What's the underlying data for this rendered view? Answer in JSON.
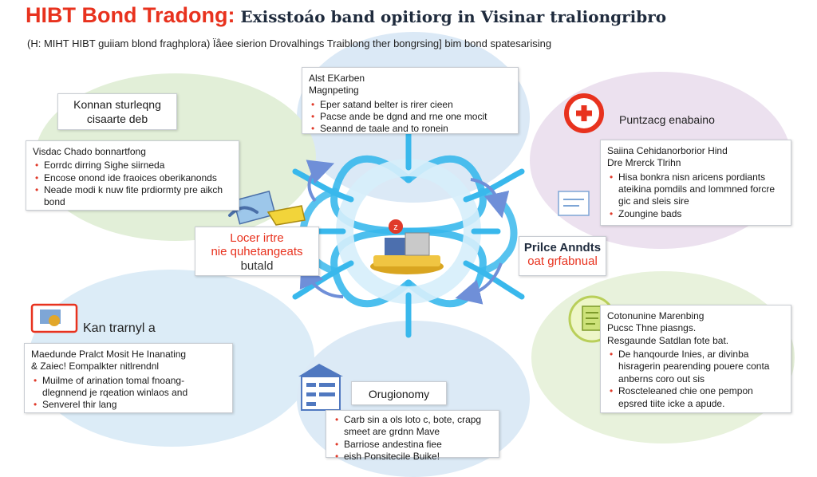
{
  "title": {
    "main": "HIBT Bond Tradong",
    "separator": ":",
    "rest": " Exisstoáo band opitiorg in Visinar traliongribro"
  },
  "subtitle": "(H: MIHT HIBT guiiam blond fraghplora) Ïåee sierion Drovalhings Traiblong ther bongrsing] bim bond spatesarising",
  "colors": {
    "accent_red": "#e8321e",
    "hub_blue": "#39b8ec",
    "arrow_blue": "#6f8fd8"
  },
  "nodes": {
    "top": {
      "heading": [
        "Alst EKarben",
        "Magnpeting"
      ],
      "bullets": [
        "Eper satand belter is rirer cieen",
        "Pacse ande be dgnd and rne one mocit",
        "Seannd de taale and to ronein"
      ]
    },
    "top_left": {
      "label": [
        "Konnan sturleqng",
        "cisaarte deb"
      ],
      "heading": [
        "Visdac Chado bonnartfong"
      ],
      "bullets": [
        "Eorrdc dirring Sighe siirneda",
        "Encose onond ide fraoices oberikanonds",
        "Neade modi k nuw fite prdiormty pre aikch bond"
      ],
      "icon": "hands-document-icon"
    },
    "top_right": {
      "label": "Puntzacg enabaino",
      "heading": [
        "Saiina Cehidanorborior Hind",
        "Dre Mrerck Tlrihn"
      ],
      "bullets": [
        "Hisa bonkra nisn aricens pordiants ateikina pomdils and lommned forcre gic and sleis sire",
        "Zoungine bads"
      ],
      "icon": "first-aid-plus-icon"
    },
    "center_left": {
      "label": [
        "Locer irtre",
        "nie quhetangeats",
        "butald"
      ]
    },
    "center_right": {
      "label": [
        "Prilce Anndts",
        "oat grfabnual"
      ]
    },
    "bottom_left": {
      "label": "Kan trarnyl a",
      "heading": [
        "Maedunde Pralct Mosit He Inanating",
        "& Zaiec! Eompalkter nitlrendnl"
      ],
      "bullets": [
        "Muilme of arination tomal fnoang-dlegnnend je rqeation winlaos and",
        "Senverel thir lang"
      ],
      "icon": "presentation-board-icon"
    },
    "bottom_right": {
      "heading": [
        "Cotonunine Marenbing",
        "Pucsc Thne piasngs.",
        "Resgaunde Satdlan fote bat."
      ],
      "bullets": [
        "De hanqourde Inies, ar divinba hisragerin pearending pouere conta anberns coro out sis",
        "Roscteleaned chie one pempon epsred tiite icke a apude."
      ],
      "icon": "document-checklist-icon"
    },
    "bottom": {
      "label": "Orugionomy",
      "bullets": [
        "Carb sin a ols loto c, bote, crapg smeet are grdnn Mave",
        "Barriose andestina fiee",
        "eish Ponsitecile Buike!"
      ],
      "icon": "building-layers-icon"
    }
  },
  "hub": {
    "icon": "trading-pedestal-icon"
  }
}
